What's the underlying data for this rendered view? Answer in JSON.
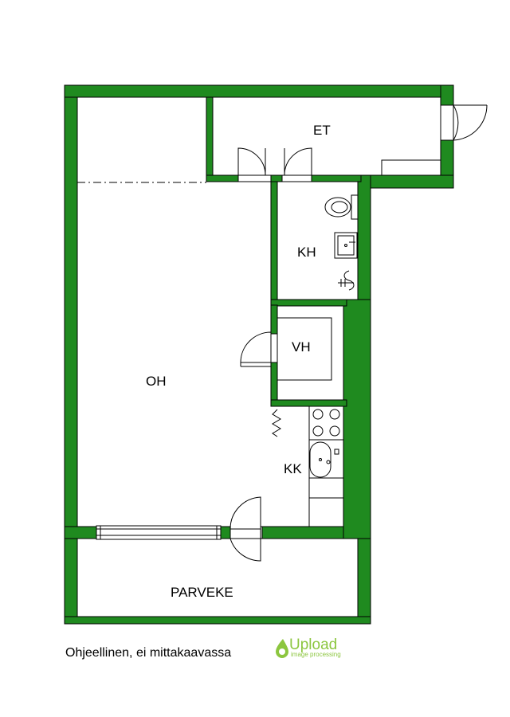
{
  "floorplan": {
    "colors": {
      "wall": "#1f8a1f",
      "wall_outline": "#000000",
      "background": "#ffffff",
      "fixture_line": "#000000",
      "logo": "#8cc63f"
    },
    "rooms": [
      {
        "id": "et",
        "label": "ET"
      },
      {
        "id": "kh",
        "label": "KH"
      },
      {
        "id": "vh",
        "label": "VH"
      },
      {
        "id": "oh",
        "label": "OH"
      },
      {
        "id": "kk",
        "label": "KK"
      },
      {
        "id": "parveke",
        "label": "PARVEKE"
      }
    ],
    "fixtures": [
      "toilet-icon",
      "washbasin-icon",
      "shower-icon",
      "stove-icon",
      "kitchen-sink-icon",
      "radiator-icon",
      "balcony-door-icon"
    ]
  },
  "caption": "Ohjeellinen, ei mittakaavassa",
  "logo": {
    "word": "Upload",
    "tagline": "image processing"
  }
}
